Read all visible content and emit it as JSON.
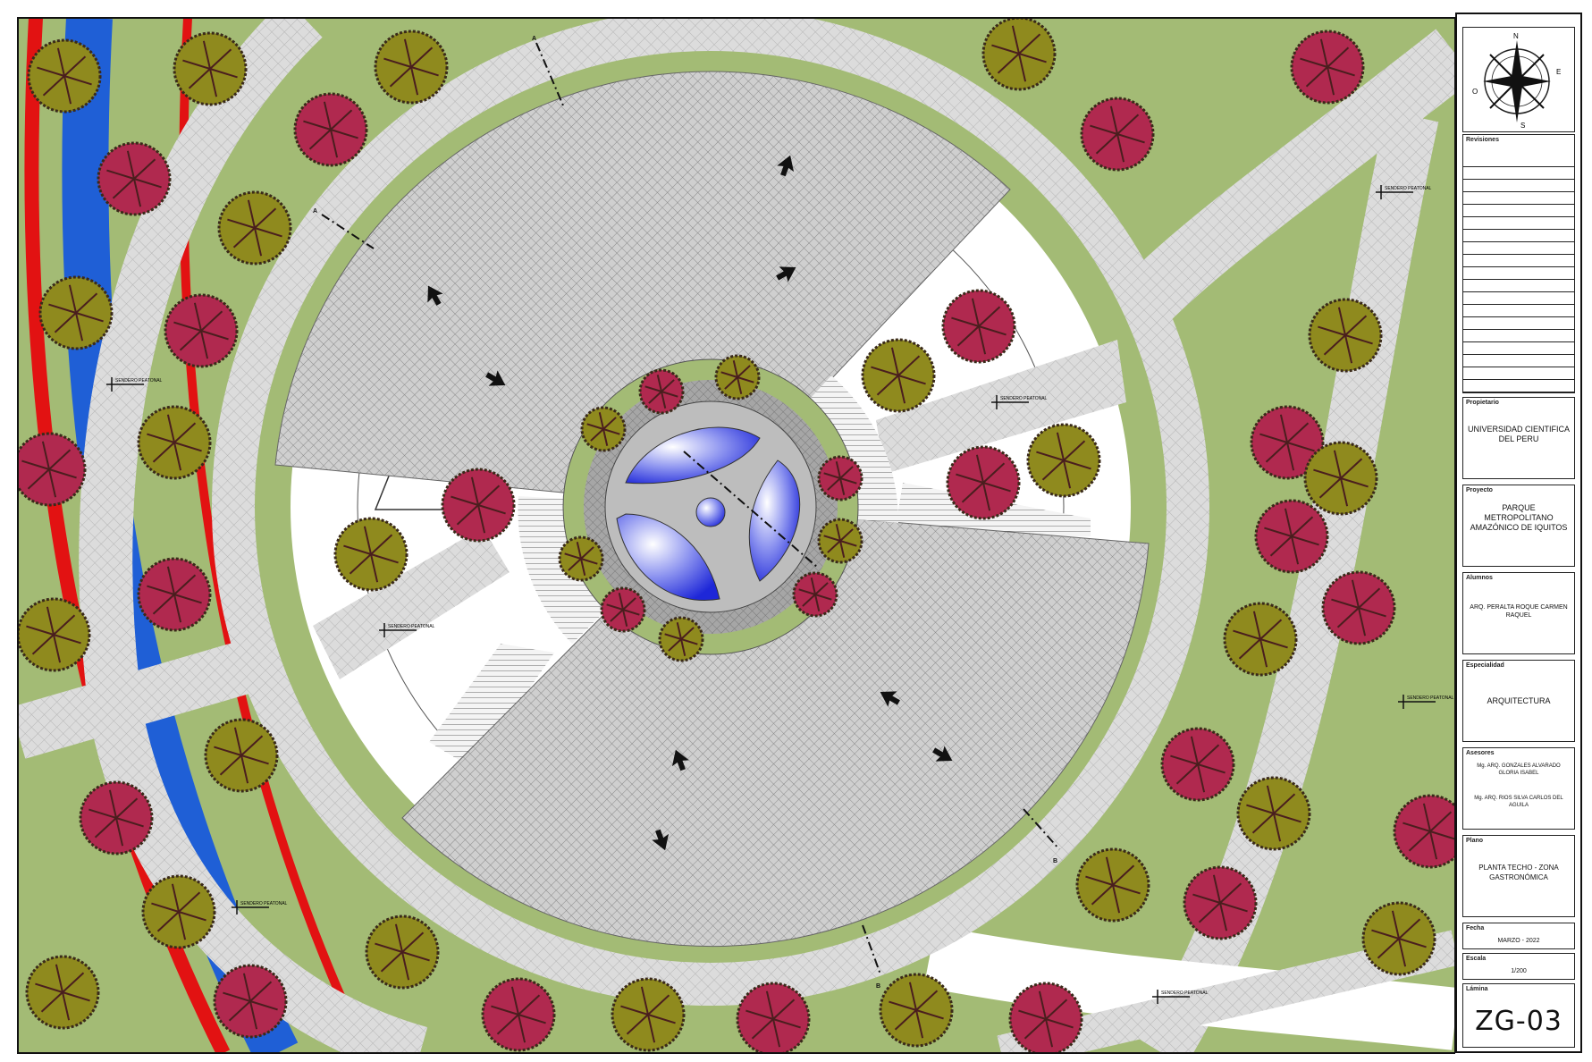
{
  "plan": {
    "section_labels": [
      "A",
      "A",
      "B",
      "B"
    ],
    "street_label": "SENDERO PEATONAL",
    "colors": {
      "grass": "#a3bb75",
      "path": "#d6d6d6",
      "plaza": "#c4c4c4",
      "ring": "#ffffff",
      "river_blue": "#1f5fd6",
      "river_red": "#e21212",
      "tree_olive": "#8f8a1e",
      "tree_crimson": "#b0294f",
      "water": "#3a45e0"
    }
  },
  "title_block": {
    "compass_icon": "north-arrow-icon",
    "cardinal_n": "N",
    "cardinal_s": "S",
    "cardinal_e": "E",
    "cardinal_o": "O",
    "revisions_label": "Revisiones",
    "institution_label": "Propietario",
    "institution": "UNIVERSIDAD CIENTIFICA DEL PERU",
    "project_label": "Proyecto",
    "project": "PARQUE METROPOLITANO AMAZÓNICO DE IQUITOS",
    "authors_label": "Alumnos",
    "authors": "ARQ. PERALTA ROQUE CARMEN RAQUEL",
    "specialty_label": "Especialidad",
    "specialty": "ARQUITECTURA",
    "advisors_label": "Asesores",
    "advisor_1": "Mg. ARQ. GONZALES ALVARADO GLORIA ISABEL",
    "advisor_2": "Mg. ARQ. RIOS SILVA CARLOS DEL AGUILA",
    "plane_label": "Plano",
    "plane": "PLANTA TECHO - ZONA GASTRONÓMICA",
    "date_label": "Fecha",
    "date": "MARZO - 2022",
    "scale_label": "Escala",
    "scale": "1/200",
    "sheet_label": "Lámina",
    "sheet_code": "ZG-03"
  }
}
